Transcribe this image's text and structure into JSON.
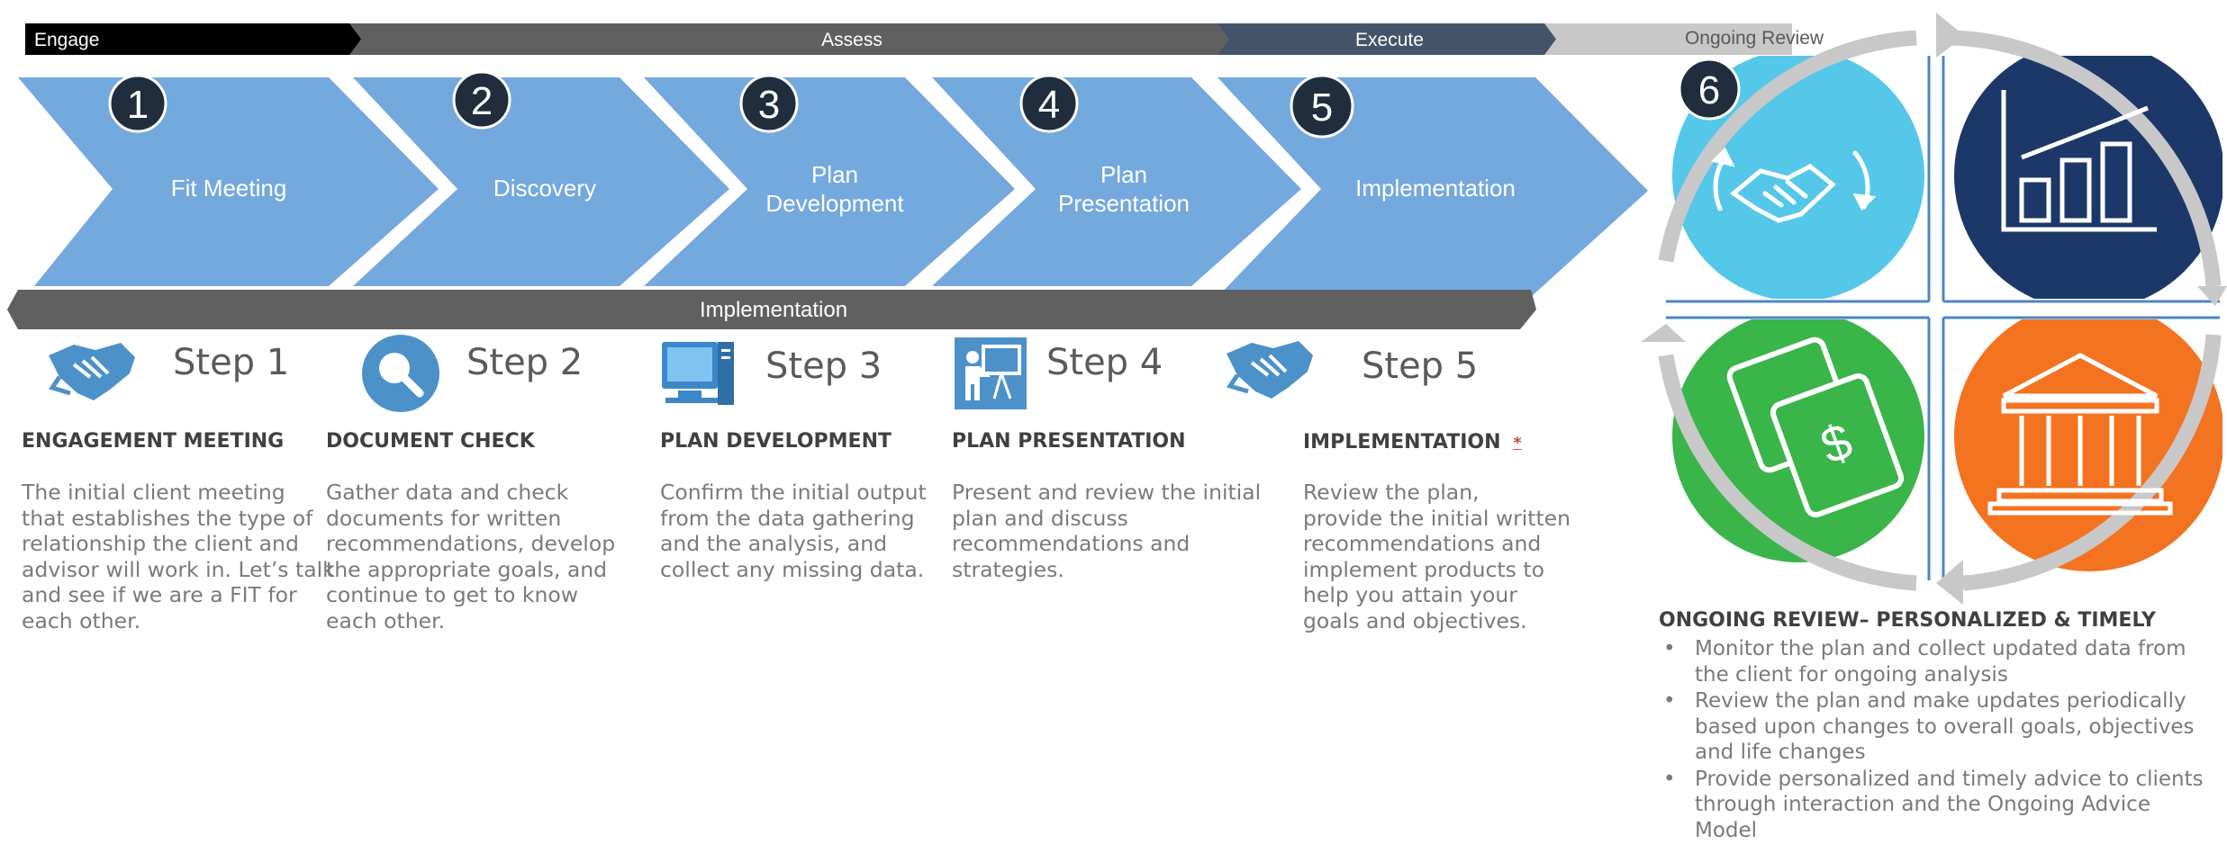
{
  "phases": {
    "engage": "Engage",
    "assess": "Assess",
    "execute": "Execute",
    "ongoing": "Ongoing Review"
  },
  "chevrons": [
    {
      "number": "1",
      "label": "Fit Meeting"
    },
    {
      "number": "2",
      "label": "Discovery"
    },
    {
      "number": "3",
      "label": "Plan\nDevelopment"
    },
    {
      "number": "4",
      "label": "Plan\nPresentation"
    },
    {
      "number": "5",
      "label": "Implementation"
    }
  ],
  "implementation_bar": "Implementation",
  "steps": [
    {
      "step": "Step 1",
      "icon": "handshake-icon",
      "heading": "ENGAGEMENT MEETING",
      "description": "The initial client meeting\nthat establishes the type of\nrelationship the client and\nadvisor will work in. Let’s talk\nand see if we are a FIT for\neach other."
    },
    {
      "step": "Step 2",
      "icon": "magnifier-icon",
      "heading": "DOCUMENT CHECK",
      "description": "Gather data and check\ndocuments for written\nrecommendations, develop\nthe appropriate goals, and\ncontinue to get to know\neach other."
    },
    {
      "step": "Step 3",
      "icon": "computer-icon",
      "heading": "PLAN DEVELOPMENT",
      "description": "Confirm the initial output\nfrom the data gathering\nand the analysis, and\ncollect any missing data."
    },
    {
      "step": "Step 4",
      "icon": "presentation-icon",
      "heading": "PLAN PRESENTATION",
      "description": "Present and review the initial\nplan and discuss\nrecommendations and\nstrategies."
    },
    {
      "step": "Step 5",
      "icon": "handshake-icon",
      "heading": "IMPLEMENTATION",
      "description": "Review the plan,\nprovide the initial written\nrecommendations and\nimplement products to\nhelp you attain your\ngoals and objectives."
    }
  ],
  "implementation_marker": "*",
  "ongoing": {
    "number": "6",
    "heading": "ONGOING REVIEW– PERSONALIZED & TIMELY",
    "bullets": [
      "Monitor the plan and collect updated data from the client for ongoing analysis",
      "Review the plan and make updates periodically based upon changes to overall goals, objectives and life changes",
      "Provide personalized and timely advice to clients through interaction and the Ongoing Advice Model"
    ],
    "quadrant_icons": [
      "handshake-cycle-icon",
      "bar-chart-icon",
      "calendar-money-icon",
      "bank-icon"
    ]
  },
  "colors": {
    "chevron": "#74a9de",
    "engage_bar": "#000000",
    "assess_bar": "#606060",
    "execute_bar": "#44546a",
    "ongoing_bar": "#c8c8c8",
    "number_circle": "#1f2d3d",
    "cycle_arrow": "#c8c8c8",
    "quadrant_1": "#55c8ea",
    "quadrant_2": "#1b3868",
    "quadrant_3": "#39b54a",
    "quadrant_4": "#f47320",
    "icon_blue": "#4c92c8",
    "marker_red": "#c0504d"
  }
}
